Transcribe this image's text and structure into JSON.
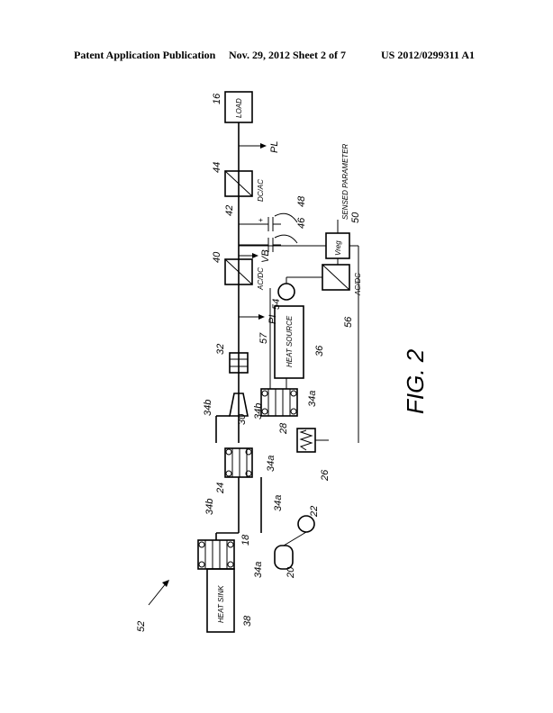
{
  "header": {
    "publication": "Patent Application Publication",
    "date_sheet": "Nov. 29, 2012   Sheet 2 of 7",
    "number": "US 2012/0299311 A1"
  },
  "figure": {
    "caption": "FIG. 2",
    "system_ref": "52",
    "load": {
      "text": "LOAD",
      "ref": "16"
    },
    "dc_ac": {
      "text": "DC/AC",
      "ref": "44"
    },
    "ac_dc_main": {
      "text": "AC/DC",
      "ref": "40"
    },
    "ac_dc_pump": {
      "text": "AC/DC",
      "ref": "56"
    },
    "bus": {
      "ref": "42",
      "voltage": "VB"
    },
    "power_load": "PL",
    "power_in": "PI",
    "capacitors": {
      "upper_ref": "48",
      "lower_ref": "46",
      "plus": "+"
    },
    "vreg": {
      "text": "Vreg",
      "ref": "50"
    },
    "sensed_parameter": "SENSED PARAMETER",
    "generator_ref": "32",
    "expander_ref": "30",
    "heat_source": {
      "text": "HEAT SOURCE",
      "ref": "36"
    },
    "heat_sink": {
      "text": "HEAT SINK",
      "ref": "38"
    },
    "evaporator_ref": "28",
    "recuperator_ref": "24",
    "condenser_ref": "18",
    "receiver_ref": "20",
    "pump_ref": "22",
    "pump2_ref": "54",
    "heater_ref": "26",
    "loop_ref": "57",
    "line_refs": [
      "34b",
      "34b",
      "34b",
      "34a",
      "34a",
      "34a",
      "34a"
    ]
  }
}
